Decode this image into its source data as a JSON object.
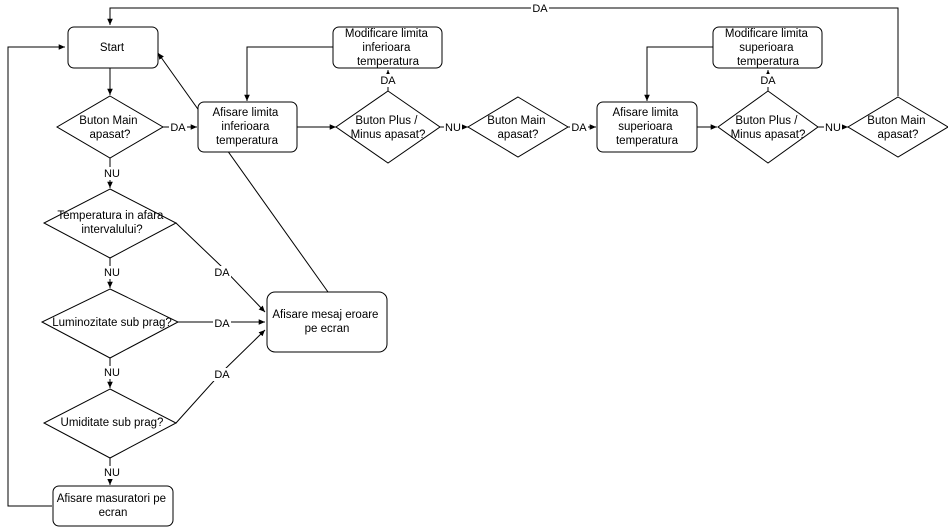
{
  "nodes": {
    "start": [
      "Start"
    ],
    "main1": [
      "Buton Main",
      "apasat?"
    ],
    "temp": [
      "Temperatura in afara",
      "intervalului?"
    ],
    "lum": [
      "Luminozitate sub prag?"
    ],
    "umid": [
      "Umiditate sub prag?"
    ],
    "afis_mas": [
      "Afisare masuratori pe",
      "ecran"
    ],
    "eroare": [
      "Afisare mesaj eroare",
      "pe ecran"
    ],
    "lim_inf": [
      "Afisare limita",
      "inferioara",
      "temperatura"
    ],
    "mod_inf": [
      "Modificare limita",
      "inferioara",
      "temperatura"
    ],
    "plus1": [
      "Buton Plus /",
      "Minus apasat?"
    ],
    "main2": [
      "Buton Main",
      "apasat?"
    ],
    "lim_sup": [
      "Afisare limita",
      "superioara",
      "temperatura"
    ],
    "mod_sup": [
      "Modificare limita",
      "superioara",
      "temperatura"
    ],
    "plus2": [
      "Buton Plus /",
      "Minus apasat?"
    ],
    "main3": [
      "Buton Main",
      "apasat?"
    ]
  },
  "edge_labels": {
    "main1_da": "DA",
    "main1_nu": "NU",
    "temp_nu": "NU",
    "temp_da": "DA",
    "lum_da": "DA",
    "lum_nu": "NU",
    "umid_da": "DA",
    "umid_nu": "NU",
    "plus1_nu": "NU",
    "plus1_da": "DA",
    "main2_da": "DA",
    "plus2_nu": "NU",
    "plus2_da": "DA",
    "main3_da": "DA"
  },
  "colors": {
    "stroke": "#000000",
    "fill": "#ffffff",
    "text": "#000000"
  }
}
